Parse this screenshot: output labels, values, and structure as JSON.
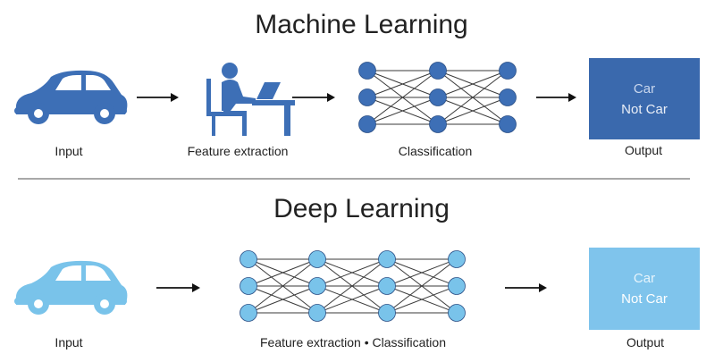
{
  "machine_learning": {
    "title": "Machine Learning",
    "input_label": "Input",
    "feature_label": "Feature extraction",
    "classification_label": "Classification",
    "output_label": "Output",
    "output_options": [
      "Car",
      "Not Car"
    ],
    "color": "#3d6fb6",
    "output_box_color": "#3a69ad"
  },
  "deep_learning": {
    "title": "Deep Learning",
    "input_label": "Input",
    "network_label": "Feature extraction • Classification",
    "output_label": "Output",
    "output_options": [
      "Car",
      "Not Car"
    ],
    "color": "#79c3ea",
    "output_box_color": "#7fc4ec"
  },
  "icons": [
    "car-icon",
    "person-at-desk-icon",
    "neural-network-icon",
    "arrow-icon"
  ]
}
